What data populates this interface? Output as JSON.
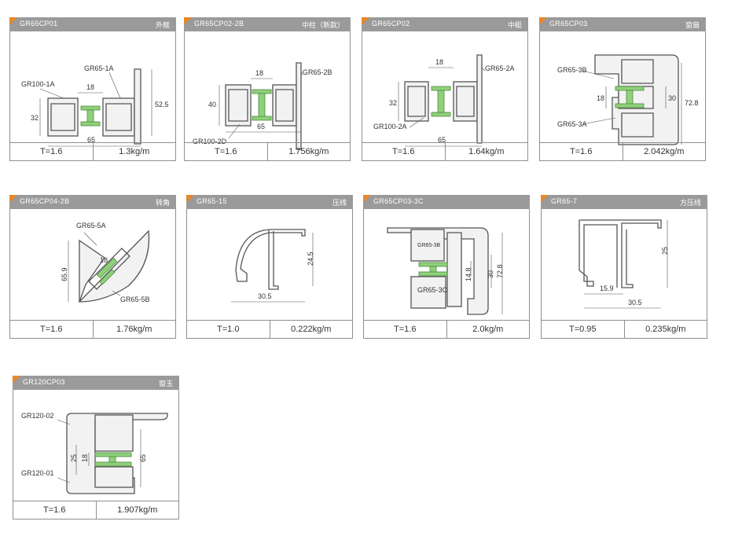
{
  "cards": [
    {
      "code": "GR65CP01",
      "kind": "外框",
      "thickness": "T=1.6",
      "weight": "1.3kg/m",
      "labels": {
        "a": "GR65-1A",
        "b": "GR100-1A",
        "d1": "18",
        "d2": "32",
        "d3": "52.5",
        "d4": "65"
      }
    },
    {
      "code": "GR65CP02-2B",
      "kind": "中柱（新款）",
      "thickness": "T=1.6",
      "weight": "1.756kg/m",
      "labels": {
        "a": "GR65-2B",
        "b": "GR100-2D",
        "d1": "18",
        "d2": "40",
        "d3": "65"
      }
    },
    {
      "code": "GR65CP02",
      "kind": "中梃",
      "thickness": "T=1.6",
      "weight": "1.64kg/m",
      "labels": {
        "a": "GR65-2A",
        "b": "GR100-2A",
        "d1": "18",
        "d2": "32",
        "d3": "65"
      }
    },
    {
      "code": "GR65CP03",
      "kind": "窗扇",
      "thickness": "T=1.6",
      "weight": "2.042kg/m",
      "labels": {
        "a": "GR65-3B",
        "b": "GR65-3A",
        "d1": "18",
        "d2": "30",
        "d3": "72.8"
      }
    },
    {
      "code": "GR65CP04-2B",
      "kind": "转角",
      "thickness": "T=1.6",
      "weight": "1.76kg/m",
      "labels": {
        "a": "GR65-5A",
        "b": "GR65-5B",
        "d1": "18",
        "d2": "65.9"
      }
    },
    {
      "code": "GR65-15",
      "kind": "压线",
      "thickness": "T=1.0",
      "weight": "0.222kg/m",
      "labels": {
        "d1": "24.5",
        "d2": "30.5"
      }
    },
    {
      "code": "GR65CP03-3C",
      "kind": "",
      "thickness": "T=1.6",
      "weight": "2.0kg/m",
      "labels": {
        "a": "GR65-3B",
        "b": "GR65-3C",
        "d1": "14.8",
        "d2": "30",
        "d3": "72.8"
      }
    },
    {
      "code": "GR65-7",
      "kind": "方压线",
      "thickness": "T=0.95",
      "weight": "0.235kg/m",
      "labels": {
        "d1": "25",
        "d2": "15.9",
        "d3": "30.5"
      }
    },
    {
      "code": "GR120CP03",
      "kind": "窗玉",
      "thickness": "T=1.6",
      "weight": "1.907kg/m",
      "labels": {
        "a": "GR120-02",
        "b": "GR120-01",
        "d1": "25",
        "d2": "18",
        "d3": "65"
      }
    }
  ]
}
